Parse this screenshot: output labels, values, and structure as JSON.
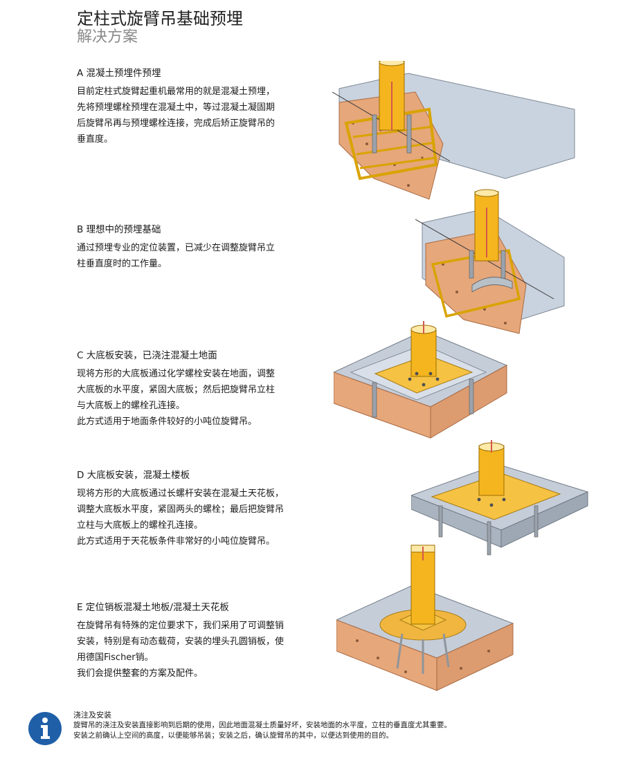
{
  "header": {
    "title": "定柱式旋臂吊基础预埋",
    "subtitle": "解决方案"
  },
  "sections": [
    {
      "heading": "A 混凝土预埋件预埋",
      "lines": [
        "目前定柱式旋臂起重机最常用的就是混凝土预埋，",
        "先将预埋螺栓预埋在混凝土中，等过混凝土凝固期",
        "后旋臂吊再与预埋螺栓连接，完成后矫正旋臂吊的",
        "垂直度。"
      ]
    },
    {
      "heading": "B 理想中的预埋基础",
      "lines": [
        "通过预埋专业的定位装置，已减少在调整旋臂吊立",
        "柱垂直度时的工作量。"
      ]
    },
    {
      "heading": "C 大底板安装，已浇注混凝土地面",
      "lines": [
        "现将方形的大底板通过化学螺栓安装在地面，调整",
        "大底板的水平度，紧固大底板；然后把旋臂吊立柱",
        "与大底板上的螺栓孔连接。",
        "此方式适用于地面条件较好的小吨位旋臂吊。"
      ]
    },
    {
      "heading": "D 大底板安装，混凝土楼板",
      "lines": [
        "现将方形的大底板通过长螺杆安装在混凝土天花板，",
        "调整大底板水平度，紧固两头的螺栓；最后把旋臂吊",
        "立柱与大底板上的螺栓孔连接。",
        "此方式适用于天花板条件非常好的小吨位旋臂吊。"
      ]
    },
    {
      "heading": "E 定位销板混凝土地板/混凝土天花板",
      "lines": [
        "在旋臂吊有特殊的定位要求下，我们采用了可调整销",
        "安装，特别是有动态载荷，安装的埋头孔圆销板，使",
        "用德国Fischer销。",
        "我们会提供整套的方案及配件。"
      ]
    }
  ],
  "note": {
    "icon": "info-icon",
    "title": "浇注及安装",
    "lines": [
      "旋臂吊的浇注及安装直接影响到后期的使用，因此地面混凝土质量好坏，安装地面的水平度，立柱的垂直度尤其重要。",
      "安装之前确认上空间的高度，以便能够吊装；安装之后，确认旋臂吊的其中，以便达到使用的目的。"
    ]
  },
  "colors": {
    "accent_blue": "#1f5fa8",
    "steel_yellow": "#f3b21c",
    "concrete_grey": "#b9c2cf",
    "soil_orange": "#e3a278"
  }
}
